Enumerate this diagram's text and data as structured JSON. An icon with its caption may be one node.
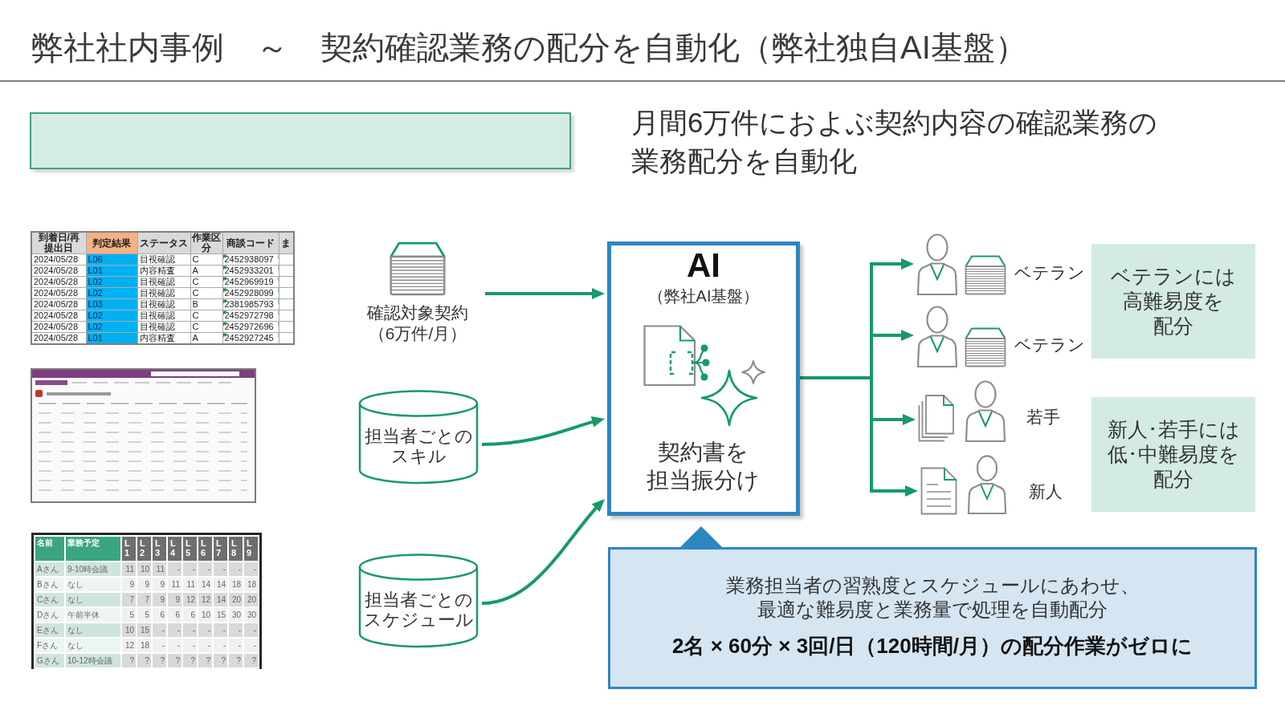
{
  "diagram": {
    "title": "弊社社内事例　～　契約確認業務の配分を自動化（弊社独自AI基盤）",
    "nodes": [
      {
        "text": [],
        "shape": "box"
      },
      {
        "text": [
          "確認対象契約（6万件/月）"
        ]
      },
      {
        "text": [
          "担当者ごとのスキル"
        ]
      },
      {
        "text": [
          "担当者ごとのスケジュール"
        ]
      },
      {
        "text": [
          "AI",
          "（弊社AI基盤）",
          "契約書を担当振分け"
        ]
      },
      {
        "text": [
          "ベテラン"
        ]
      },
      {
        "text": [
          "ベテラン"
        ]
      },
      {
        "text": [
          "若手"
        ]
      },
      {
        "text": [
          "新人"
        ]
      },
      {
        "text": [
          "ベテランには高難易度を配分"
        ]
      },
      {
        "text": [
          "新人･若手には低･中難易度を配分"
        ]
      },
      {
        "text": [
          "業務担当者の習熟度とスケジュールにあわせ、最適な難易度と業務量で処理を自動配分",
          "2名 × 60分 × 3回/日（120時間/月）の配分作業がゼロに"
        ]
      }
    ],
    "edges": [
      {
        "from": 1,
        "to": 4,
        "arrow": "to"
      },
      {
        "from": 2,
        "to": 4,
        "arrow": "to"
      },
      {
        "from": 3,
        "to": 4,
        "arrow": "to"
      },
      {
        "from": 4,
        "to": 5,
        "arrow": "to"
      },
      {
        "from": 4,
        "to": 6,
        "arrow": "to"
      },
      {
        "from": 4,
        "to": 7,
        "arrow": "to"
      },
      {
        "from": 4,
        "to": 8,
        "arrow": "to"
      }
    ],
    "labels": [
      "月間6万件におよぶ契約内容の確認業務の業務配分を自動化",
      "到着日/再提出日",
      "判定結果",
      "ステータス",
      "作業区分",
      "商談コード",
      "ま",
      "2024/05/28",
      "L06",
      "目視確認",
      "C",
      "2452938097",
      "2024/05/28",
      "L01",
      "内容精査",
      "A",
      "2452933201",
      "2024/05/28",
      "L02",
      "目視確認",
      "C",
      "2452969919",
      "2024/05/28",
      "L02",
      "目視確認",
      "C",
      "2452928099",
      "2024/05/28",
      "L03",
      "目視確認",
      "B",
      "2381985793",
      "2024/05/28",
      "L02",
      "目視確認",
      "C",
      "2452972798",
      "2024/05/28",
      "L02",
      "目視確認",
      "C",
      "2452972696",
      "2024/05/28",
      "L01",
      "内容精査",
      "A",
      "2452927245",
      "名前",
      "業務予定",
      "L1",
      "L2",
      "L3",
      "L4",
      "L5",
      "L6",
      "L7",
      "L8",
      "L9",
      "Aさん",
      "9-10時会議",
      "11",
      "10",
      "11",
      "-",
      "-",
      "-",
      "-",
      "-",
      "-",
      "Bさん",
      "なし",
      "9",
      "9",
      "9",
      "11",
      "11",
      "14",
      "14",
      "18",
      "18",
      "Cさん",
      "なし",
      "7",
      "7",
      "9",
      "9",
      "12",
      "12",
      "14",
      "20",
      "20",
      "Dさん",
      "午前半休",
      "5",
      "5",
      "6",
      "6",
      "6",
      "10",
      "15",
      "30",
      "30",
      "Eさん",
      "なし",
      "10",
      "15",
      "-",
      "-",
      "-",
      "-",
      "-",
      "-",
      "-",
      "Fさん",
      "なし",
      "12",
      "18",
      "-",
      "-",
      "-",
      "-",
      "-",
      "-",
      "-",
      "Gさん",
      "10-12時会議",
      "?",
      "?",
      "?",
      "?",
      "?",
      "?",
      "?",
      "?",
      "?"
    ]
  }
}
